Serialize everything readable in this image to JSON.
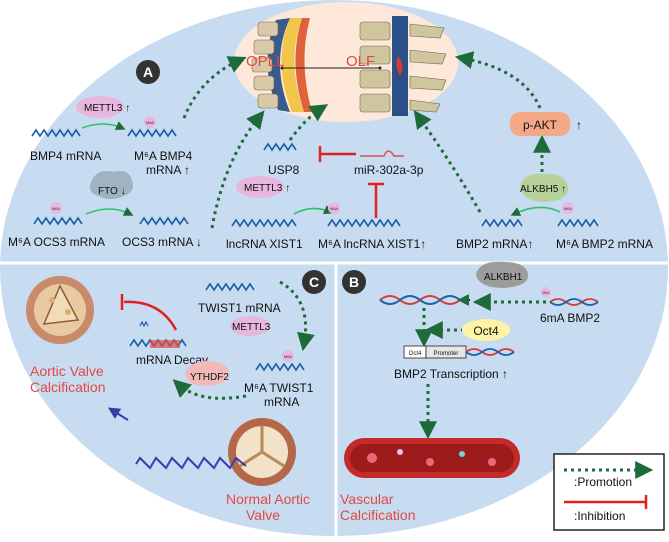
{
  "panel_a": {
    "letter": "A",
    "top": {
      "opll": "OPLL",
      "olf": "OLF"
    },
    "labels": {
      "mettl3_a": "METTL3 ↑",
      "bmp4_mrna": "BMP4 mRNA",
      "m6a_bmp4_line1": "M⁶A BMP4",
      "m6a_bmp4_line2": "mRNA ↑",
      "fto": "FTO ↓",
      "m6a_ocs3": "M⁶A OCS3 mRNA",
      "ocs3_mrna": "OCS3 mRNA ↓",
      "usp8": "USP8",
      "mir302": "miR-302a-3p",
      "mettl3_b": "METTL3 ↑",
      "lncrna_xist1": "lncRNA XIST1",
      "m6a_lncrna": "M⁶A lncRNA XIST1↑",
      "bmp2_mrna": "BMP2 mRNA↑",
      "m6a_bmp2": "M⁶A BMP2 mRNA",
      "alkbh5": "ALKBH5 ↑",
      "pakt": "p-AKT",
      "pakt_arrow": "↑"
    }
  },
  "panel_c": {
    "letter": "C",
    "labels": {
      "twist1_mrna": "TWIST1 mRNA",
      "mettl3": "METTL3",
      "m6a_twist1_line1": "M⁶A TWIST1",
      "m6a_twist1_line2": "mRNA",
      "mrna_decay": "mRNA Decay",
      "ythdf2": "YTHDF2",
      "aortic_line1": "Aortic Valve",
      "aortic_line2": "Calcification",
      "normal_line1": "Normal Aortic",
      "normal_line2": "Valve"
    }
  },
  "panel_b": {
    "letter": "B",
    "labels": {
      "alkbh1": "ALKBH1",
      "m6a_bmp2": "6mA BMP2",
      "oct4": "Oct4",
      "oct4_small": "Oct4",
      "promoter": "Promoter",
      "bmp2_transcription": "BMP2 Transcription ↑",
      "vascular_line1": "Vascular",
      "vascular_line2": "Calcification"
    }
  },
  "badge": {
    "m6a": "M6A"
  },
  "legend": {
    "promotion": ":Promotion",
    "inhibition": ":Inhibition"
  },
  "colors": {
    "panel_bg": "#c8dcf1",
    "top_ellipse": "#fde8da",
    "promotion": "#1e6b3a",
    "inhibition": "#e02020",
    "rna": "#1c5fa8",
    "accent_red": "#e04a43",
    "mettl3": "#e8b7df",
    "fto": "#9fb3c3",
    "alkbh5": "#b6d19c",
    "pakt": "#f5a886",
    "oct4": "#fff3a8",
    "alkbh1": "#9c9c9c",
    "ythdf2": "#f2b9b9"
  }
}
